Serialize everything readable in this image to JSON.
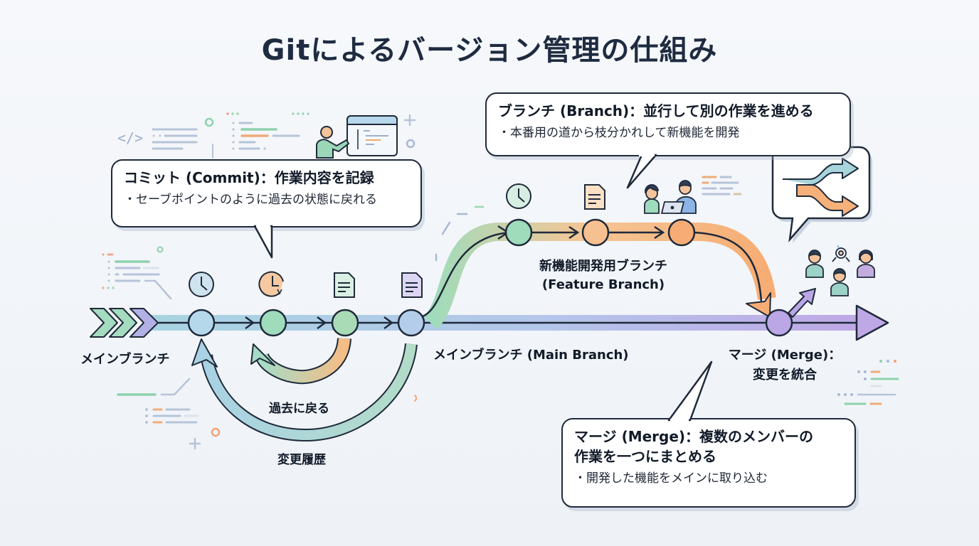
{
  "title": "Gitによるバージョン管理の仕組み",
  "colors": {
    "main_blue": "#a9d3e3",
    "main_purple": "#b9a6e3",
    "feature_green": "#9fdcbe",
    "feature_orange": "#f6b27a",
    "outline": "#1f2a3a",
    "node_blue": "#b5d9ea",
    "node_green": "#9edcbc",
    "node_orange": "#f7b27e",
    "node_purple": "#bba6e6"
  },
  "callouts": {
    "commit": {
      "heading": "コミット (Commit)：作業内容を記録",
      "bullet": "・セーブポイントのように過去の状態に戻れる"
    },
    "branch": {
      "heading": "ブランチ (Branch)：並行して別の作業を進める",
      "bullet": "・本番用の道から枝分かれして新機能を開発"
    },
    "merge": {
      "heading_line1": "マージ (Merge)：複数のメンバーの",
      "heading_line2": "作業を一つにまとめる",
      "bullet": "・開発した機能をメインに取り込む"
    }
  },
  "labels": {
    "main_branch_left": "メインブランチ",
    "main_branch_center": "メインブランチ (Main Branch)",
    "feature_branch_line1": "新機能開発用ブランチ",
    "feature_branch_line2": "(Feature Branch)",
    "merge_line1": "マージ (Merge)：",
    "merge_line2": "変更を統合",
    "go_back": "過去に戻る",
    "history": "変更履歴"
  },
  "main_commits": [
    {
      "icon": "clock-icon",
      "color": "node_blue"
    },
    {
      "icon": "clock-rewind-icon",
      "color": "node_green"
    },
    {
      "icon": "document-icon",
      "color": "node_green"
    },
    {
      "icon": "document-icon",
      "color": "node_blue"
    }
  ],
  "feature_commits": [
    {
      "icon": "clock-icon",
      "color": "node_green"
    },
    {
      "icon": "document-icon",
      "color": "node_orange"
    },
    {
      "icon": "team-laptop-icon",
      "color": "node_orange"
    }
  ],
  "icons": {
    "code": "</>"
  }
}
